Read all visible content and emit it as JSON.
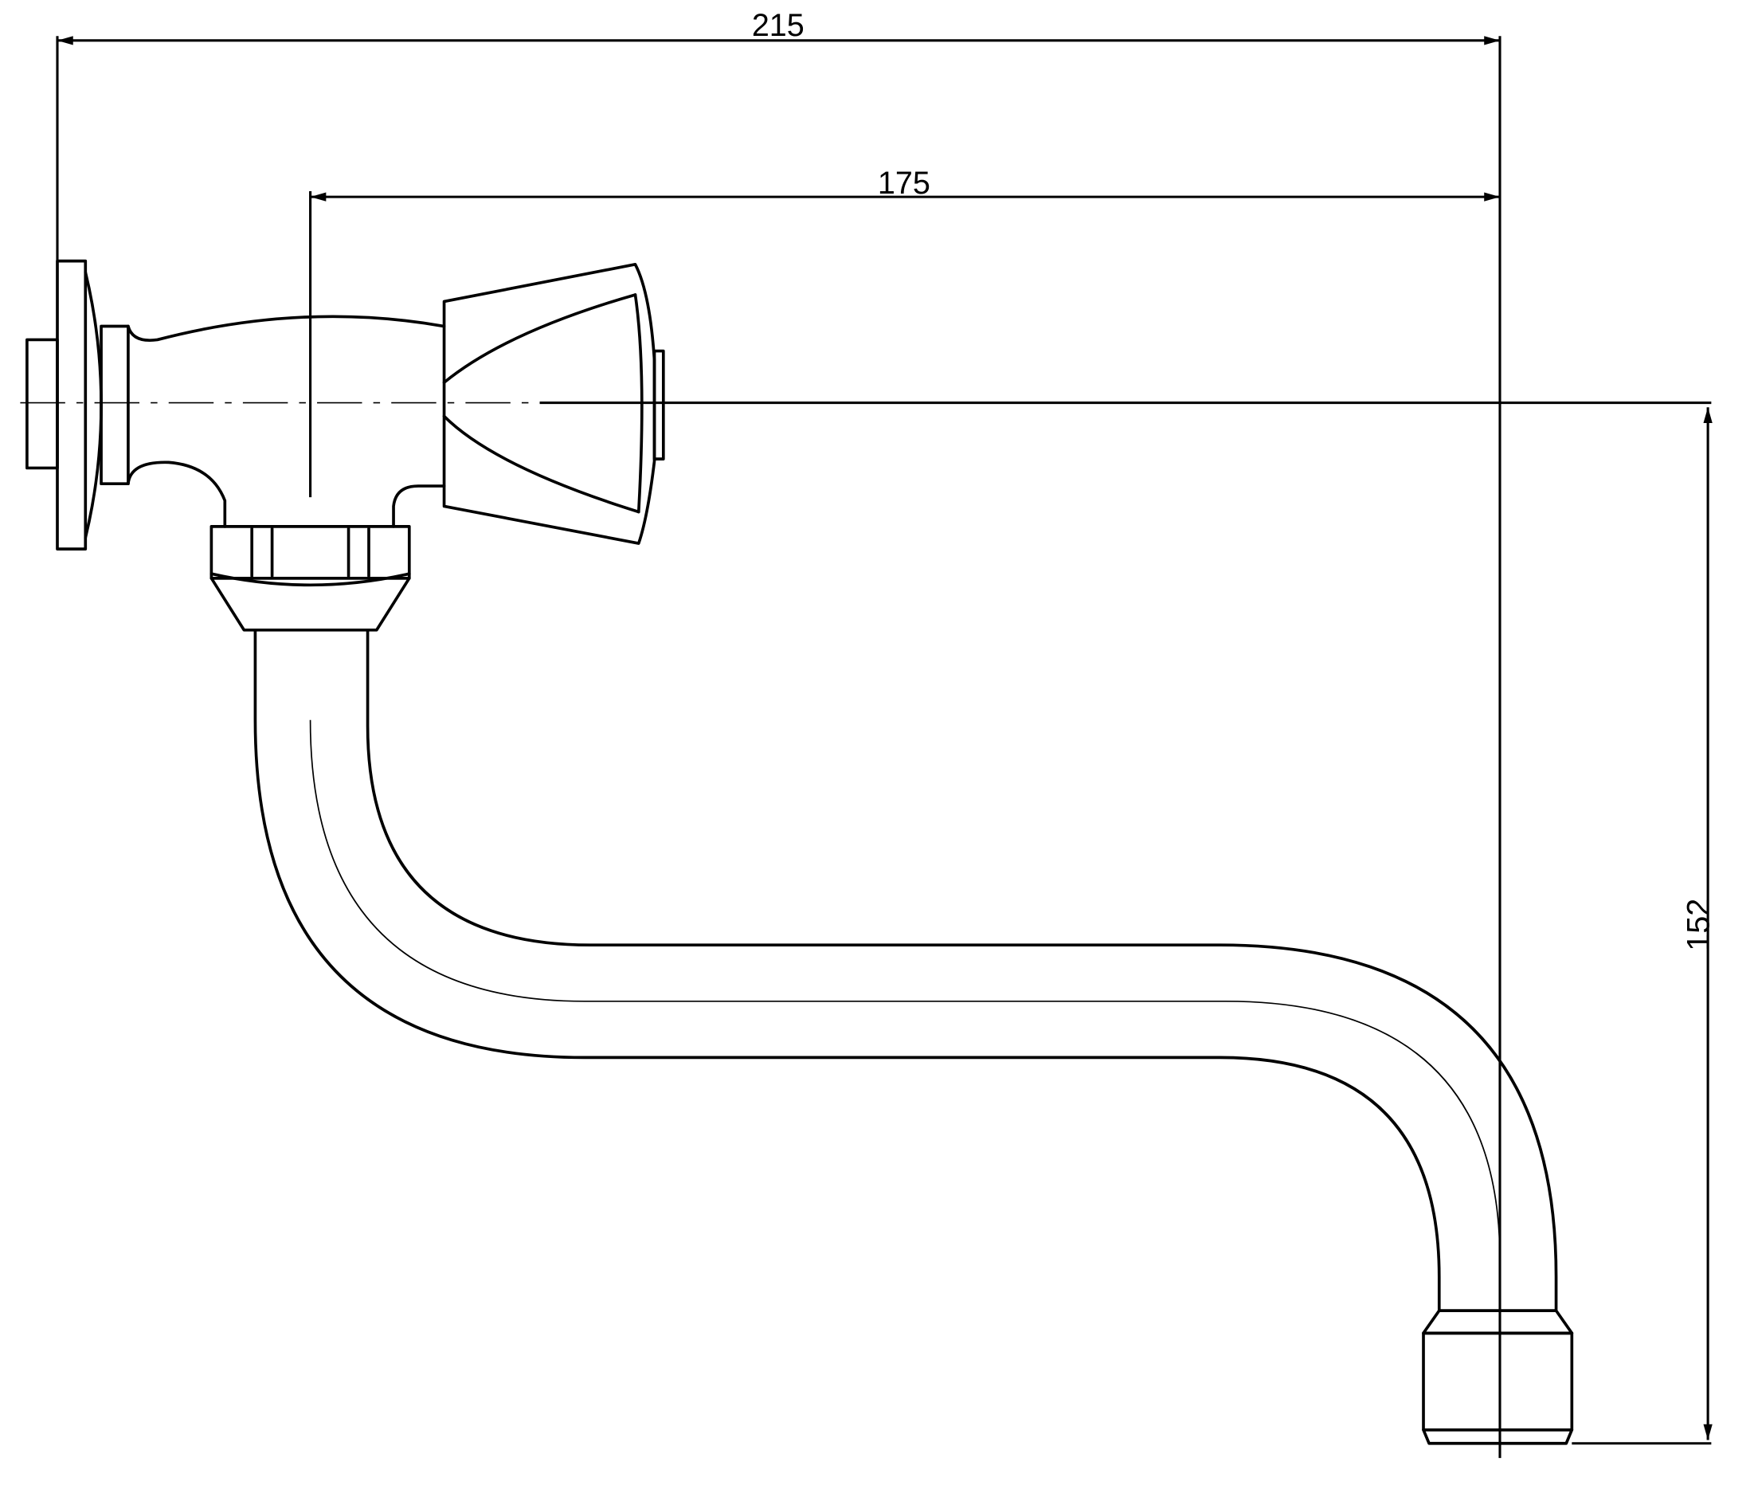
{
  "dimensions": {
    "overall_length": "215",
    "projection": "175",
    "height": "152"
  },
  "colors": {
    "line": "#000000",
    "background": "#ffffff"
  }
}
